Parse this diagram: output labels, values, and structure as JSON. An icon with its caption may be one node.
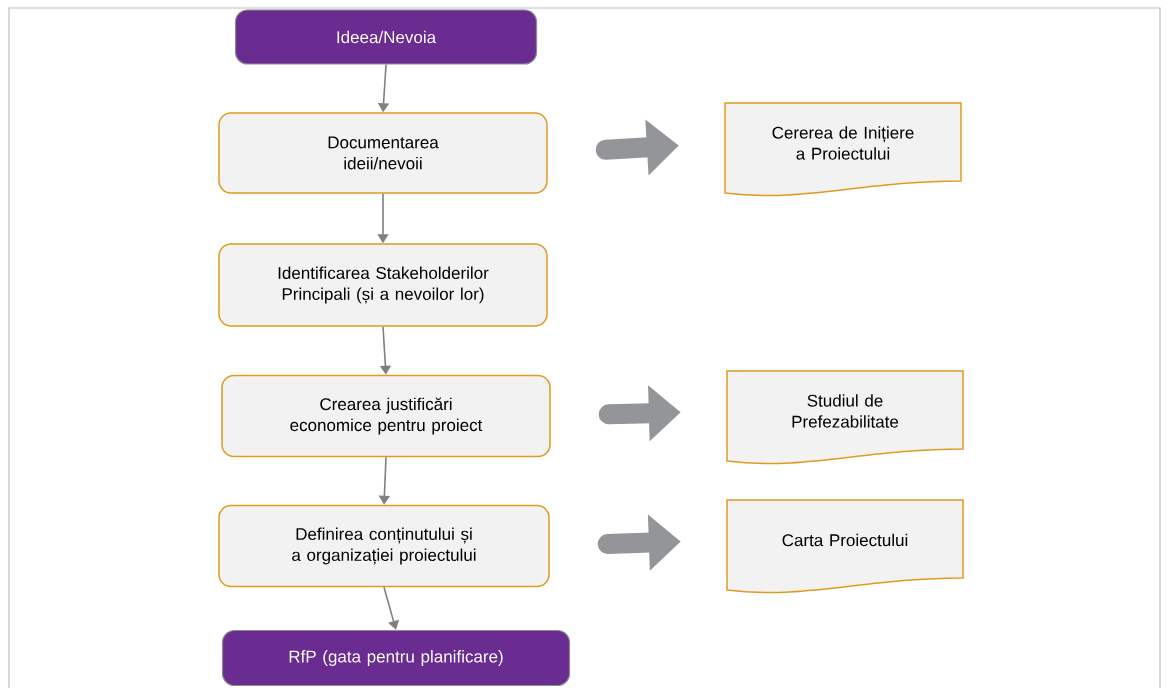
{
  "diagram": {
    "nodes": [
      {
        "text": [
          "Ideea/Nevoia"
        ]
      },
      {
        "text": [
          "Documentarea ideii/nevoii"
        ]
      },
      {
        "text": [
          "Cererea de Inițiere a Proiectului"
        ]
      },
      {
        "text": [
          "Identificarea Stakeholderilor Principali (și a nevoilor lor)"
        ]
      },
      {
        "text": [
          "Crearea justificări economice pentru proiect"
        ]
      },
      {
        "text": [
          "Studiul de Prefezabilitate"
        ]
      },
      {
        "text": [
          "Definirea conținutului și a organizației proiectului"
        ]
      },
      {
        "text": [
          "Carta Proiectului"
        ]
      },
      {
        "text": [
          "RfP  (gata pentru planificare)"
        ]
      }
    ],
    "edges": [
      {
        "from": 0,
        "to": 1,
        "arrow": "to"
      },
      {
        "from": 1,
        "to": 3,
        "arrow": "to"
      },
      {
        "from": 3,
        "to": 4,
        "arrow": "to"
      },
      {
        "from": 4,
        "to": 6,
        "arrow": "to"
      },
      {
        "from": 6,
        "to": 8,
        "arrow": "to"
      },
      {
        "from": 1,
        "to": 2,
        "arrow": "to",
        "style": "thick"
      },
      {
        "from": 4,
        "to": 5,
        "arrow": "to",
        "style": "thick"
      },
      {
        "from": 6,
        "to": 7,
        "arrow": "to",
        "style": "thick"
      }
    ]
  }
}
